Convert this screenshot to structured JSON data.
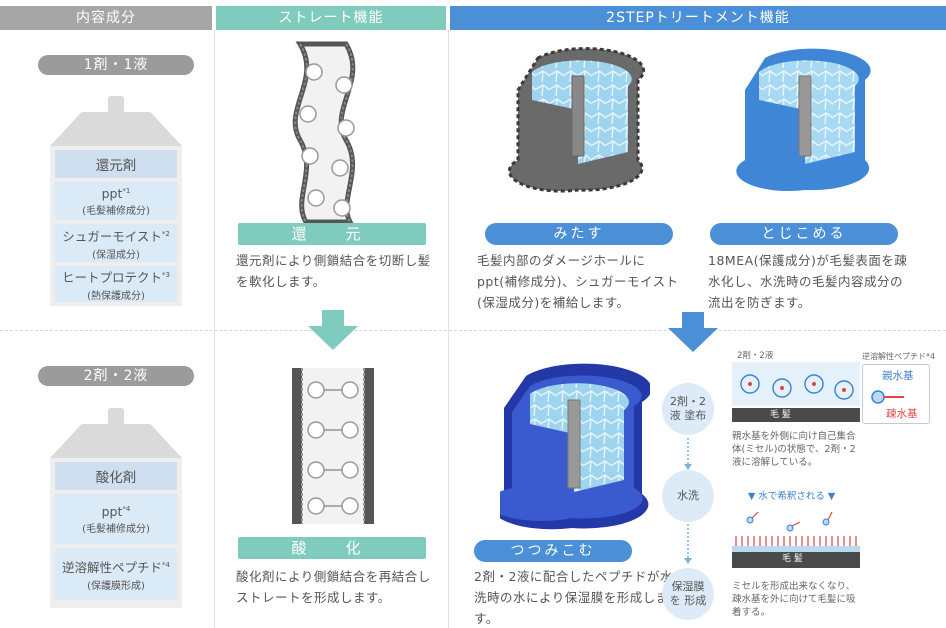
{
  "headers": {
    "col1": "内容成分",
    "col2": "ストレート機能",
    "col3": "2STEPトリートメント機能"
  },
  "colors": {
    "header_gray": "#a6a6a6",
    "header_teal": "#7fcbbd",
    "header_blue": "#4b8fd6",
    "box_blue": "#dbeaf7",
    "arrow_teal": "#7fcbbd",
    "arrow_blue": "#4b8fd6"
  },
  "step1": {
    "pill": "1剤・1液",
    "box_head": "還元剤",
    "items": [
      {
        "title": "ppt",
        "sup": "*1",
        "sub": "(毛髪補修成分)"
      },
      {
        "title": "シュガーモイスト",
        "sup": "*2",
        "sub": "(保湿成分)"
      },
      {
        "title": "ヒートプロテクト",
        "sup": "*3",
        "sub": "(熱保護成分)"
      }
    ],
    "straight_label": "還　元",
    "straight_text": "還元剤により側鎖結合を切断し髪を軟化します。",
    "mitasu_label": "みたす",
    "mitasu_text": "毛髪内部のダメージホールにppt(補修成分)、シュガーモイスト(保湿成分)を補給します。",
    "tojikomeru_label": "とじこめる",
    "tojikomeru_text": "18MEA(保護成分)が毛髪表面を疎水化し、水洗時の毛髪内容成分の流出を防ぎます。"
  },
  "step2": {
    "pill": "2剤・2液",
    "box_head": "酸化剤",
    "items": [
      {
        "title": "ppt",
        "sup": "*4",
        "sub": "(毛髪補修成分)"
      },
      {
        "title": "逆溶解性ペプチド",
        "sup": "*4",
        "sub": "(保護膜形成)"
      }
    ],
    "straight_label": "酸　化",
    "straight_text": "酸化剤により側鎖結合を再結合しストレートを形成します。",
    "tsutsumikomu_label": "つつみこむ",
    "tsutsumikomu_text": "2剤・2液に配合したペプチドが水洗時の水により保湿膜を形成します。"
  },
  "flow": {
    "c1": "2剤・2液 塗布",
    "c2": "水洗",
    "c3": "保湿膜を 形成",
    "label_top": "2剤・2液",
    "peptide_label": "逆溶解性ペプチド*4",
    "hydrophilic": "親水基",
    "hydrophobic": "疎水基",
    "hair": "毛 髪",
    "desc1": "親水基を外側に向け自己集合体(ミセル)の状態で、2剤・2液に溶解している。",
    "diluted": "▼ 水で希釈される ▼",
    "desc2": "ミセルを形成出来なくなり、疎水基を外に向けて毛髪に吸着する。"
  }
}
